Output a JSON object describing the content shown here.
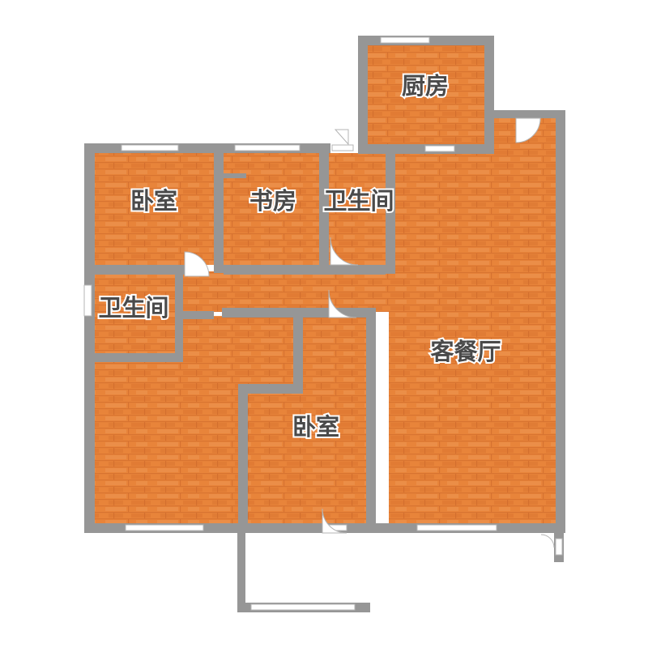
{
  "colors": {
    "wall": "#969696",
    "floor": "#e8843a",
    "floor_dark": "#d26b27",
    "floor_light": "#f0a060",
    "window": "#ffffff",
    "label": "#4a4a4a"
  },
  "rooms": [
    {
      "id": "kitchen",
      "label": "厨房"
    },
    {
      "id": "bedroom-1",
      "label": "卧室"
    },
    {
      "id": "study",
      "label": "书房"
    },
    {
      "id": "bathroom-1",
      "label": "卫生间"
    },
    {
      "id": "bathroom-2",
      "label": "卫生间"
    },
    {
      "id": "living-dining",
      "label": "客餐厅"
    },
    {
      "id": "bedroom-2",
      "label": "卧室"
    },
    {
      "id": "master-bedroom",
      "label": ""
    }
  ]
}
